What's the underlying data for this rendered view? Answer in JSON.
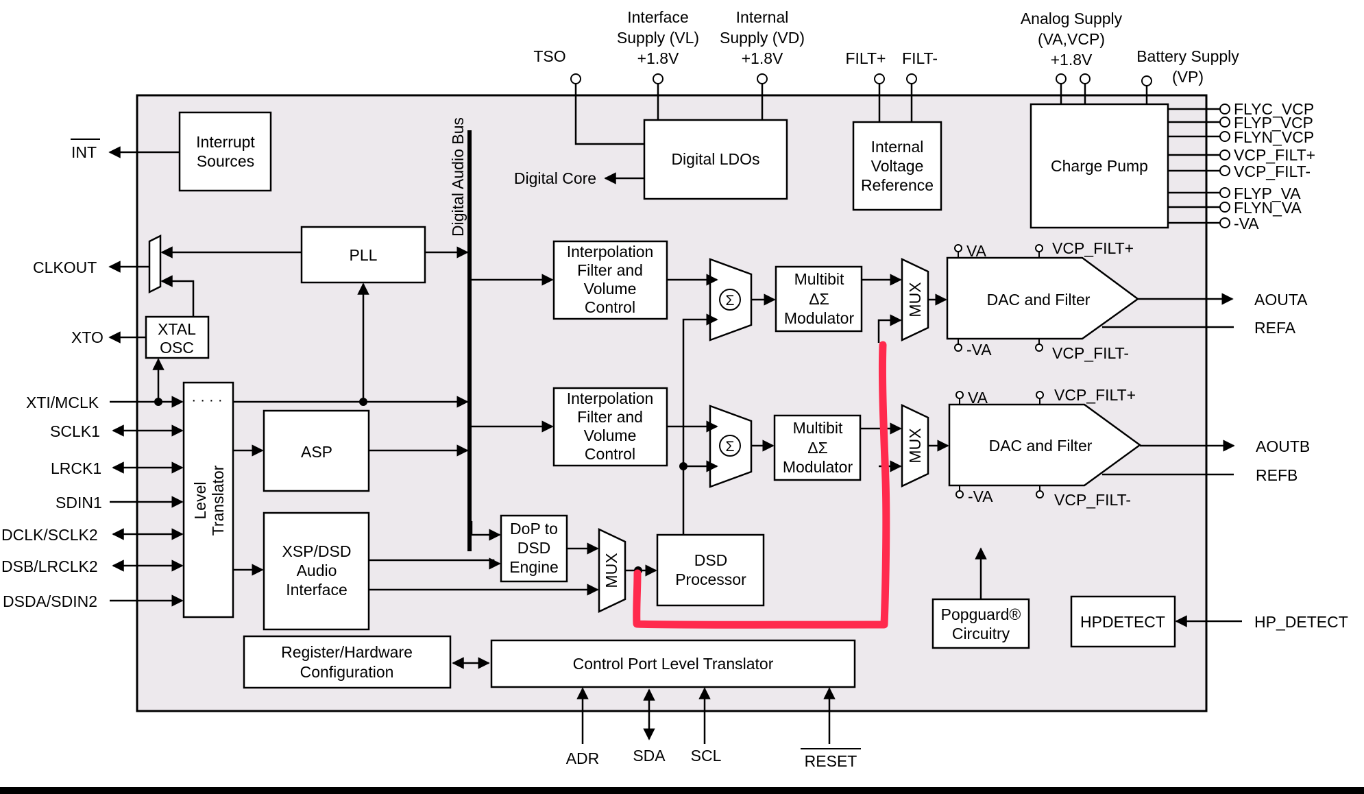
{
  "colors": {
    "chip_fill": "#ede9ed",
    "line": "#000000",
    "annotation": "#ff2a4d",
    "background": "#ffffff"
  },
  "top_labels": {
    "tso": "TSO",
    "interface_supply": [
      "Interface",
      "Supply (VL)",
      "+1.8V"
    ],
    "internal_supply": [
      "Internal",
      "Supply (VD)",
      "+1.8V"
    ],
    "filt_plus": "FILT+",
    "filt_minus": "FILT-",
    "analog_supply": [
      "Analog Supply",
      "(VA,VCP)",
      "+1.8V"
    ],
    "battery_supply": [
      "Battery Supply",
      "(VP)"
    ]
  },
  "left_pins": {
    "int": "INT",
    "clkout": "CLKOUT",
    "xto": "XTO",
    "xti_mclk": "XTI/MCLK",
    "sclk1": "SCLK1",
    "lrck1": "LRCK1",
    "sdin1": "SDIN1",
    "dclk_sclk2": "DCLK/SCLK2",
    "dsb_lrclk2": "DSB/LRCLK2",
    "dsda_sdin2": "DSDA/SDIN2"
  },
  "right_pins": {
    "flyc_vcp": "FLYC_VCP",
    "flyp_vcp": "FLYP_VCP",
    "flyn_vcp": "FLYN_VCP",
    "vcp_filt_plus": "VCP_FILT+",
    "vcp_filt_minus": "VCP_FILT-",
    "flyp_va": "FLYP_VA",
    "flyn_va": "FLYN_VA",
    "neg_va": "-VA",
    "aouta": "AOUTA",
    "refa": "REFA",
    "aoutb": "AOUTB",
    "refb": "REFB",
    "hp_detect": "HP_DETECT"
  },
  "bottom_pins": {
    "adr": "ADR",
    "sda": "SDA",
    "scl": "SCL",
    "reset": "RESET"
  },
  "blocks": {
    "interrupt_sources": [
      "Interrupt",
      "Sources"
    ],
    "pll": "PLL",
    "xtal_osc": [
      "XTAL",
      "OSC"
    ],
    "level_translator": [
      "Level",
      "Translator"
    ],
    "level_translator_dots": "· · · ·",
    "asp": "ASP",
    "xsp_dsd": [
      "XSP/DSD",
      "Audio",
      "Interface"
    ],
    "digital_audio_bus": "Digital Audio Bus",
    "digital_ldos": "Digital LDOs",
    "digital_core": "Digital Core",
    "internal_voltage_reference": [
      "Internal",
      "Voltage",
      "Reference"
    ],
    "charge_pump": "Charge Pump",
    "interp_filter": [
      "Interpolation",
      "Filter and",
      "Volume",
      "Control"
    ],
    "multibit_modulator": [
      "Multibit",
      "ΔΣ",
      "Modulator"
    ],
    "sigma": "Σ",
    "mux": "MUX",
    "dac_filter": "DAC and Filter",
    "dac_va": "VA",
    "dac_neg_va": "-VA",
    "dac_vcp_filt_plus": "VCP_FILT+",
    "dac_vcp_filt_minus": "VCP_FILT-",
    "dop_to_dsd": [
      "DoP to",
      "DSD",
      "Engine"
    ],
    "dsd_processor": [
      "DSD",
      "Processor"
    ],
    "popguard": [
      "Popguard®",
      "Circuitry"
    ],
    "hpdetect": "HPDETECT",
    "register_config": [
      "Register/Hardware",
      "Configuration"
    ],
    "control_port": "Control Port Level Translator"
  }
}
